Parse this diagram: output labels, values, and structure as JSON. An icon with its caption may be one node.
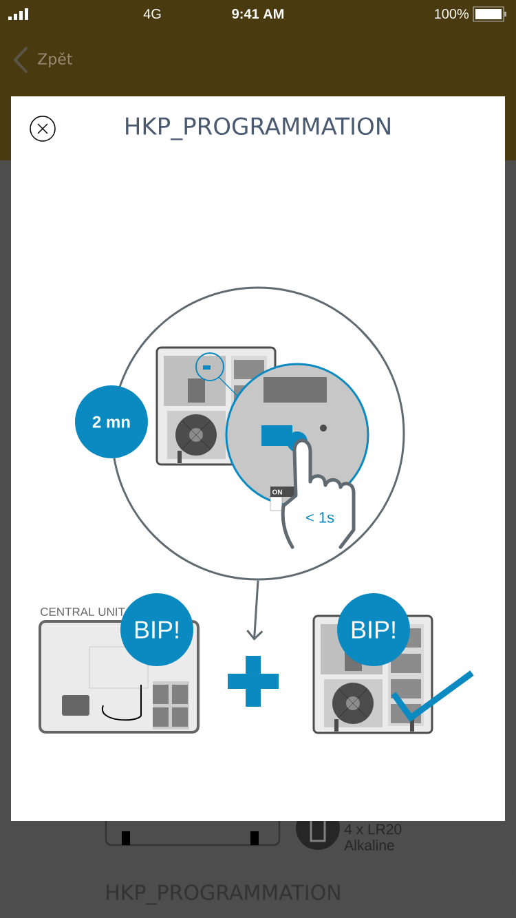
{
  "diagram": {
    "title": "HKP_PROGRAMMATION",
    "nodes": [
      {
        "text": [],
        "shape": "circle"
      },
      {
        "text": [
          "2 mn"
        ]
      },
      {
        "text": [
          "CENTRAL UNIT"
        ]
      },
      {
        "text": [
          "BIP!"
        ]
      },
      {
        "text": [],
        "shape": "plus"
      },
      {
        "text": [],
        "shape": "picture"
      },
      {
        "text": [
          "BIP!"
        ]
      }
    ],
    "edges": [
      {
        "from": 0,
        "to": 4,
        "arrow": "to"
      }
    ],
    "labels": [
      "4G",
      "9:41 AM",
      "100%",
      "Zpět",
      "ON",
      "< 1s",
      "4 x LR20",
      "Alkaline",
      "HKP_PROGRAMMATION"
    ]
  }
}
